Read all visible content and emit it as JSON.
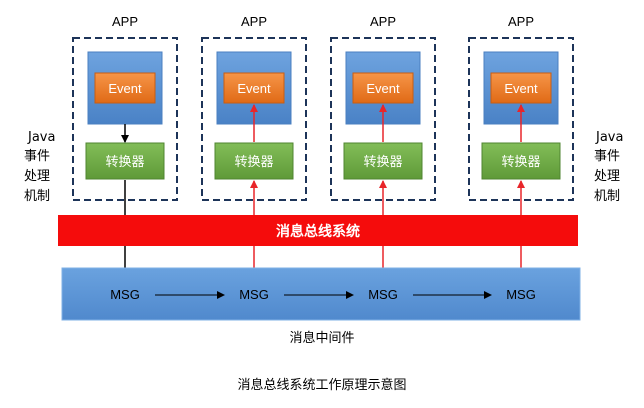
{
  "apps": [
    {
      "label": "APP",
      "event": "Event",
      "converter": "转换器",
      "msg": "MSG",
      "direction": "down"
    },
    {
      "label": "APP",
      "event": "Event",
      "converter": "转换器",
      "msg": "MSG",
      "direction": "up"
    },
    {
      "label": "APP",
      "event": "Event",
      "converter": "转换器",
      "msg": "MSG",
      "direction": "up"
    },
    {
      "label": "APP",
      "event": "Event",
      "converter": "转换器",
      "msg": "MSG",
      "direction": "up"
    }
  ],
  "side_label_left": [
    "Java",
    "事件",
    "处理",
    "机制"
  ],
  "side_label_right": [
    "Java",
    "事件",
    "处理",
    "机制"
  ],
  "bus_label": "消息总线系统",
  "middleware_label": "消息中间件",
  "caption": "消息总线系统工作原理示意图",
  "colors": {
    "event_fill": "#f07d2a",
    "converter_fill": "#6faa45",
    "app_inner_fill": "#5b93d3",
    "bus_fill": "#f50c0c",
    "middleware_fill": "#5b93d3",
    "dashed_border": "#1d3459",
    "arrow_up": "#e8252a",
    "arrow_down": "#000000"
  }
}
